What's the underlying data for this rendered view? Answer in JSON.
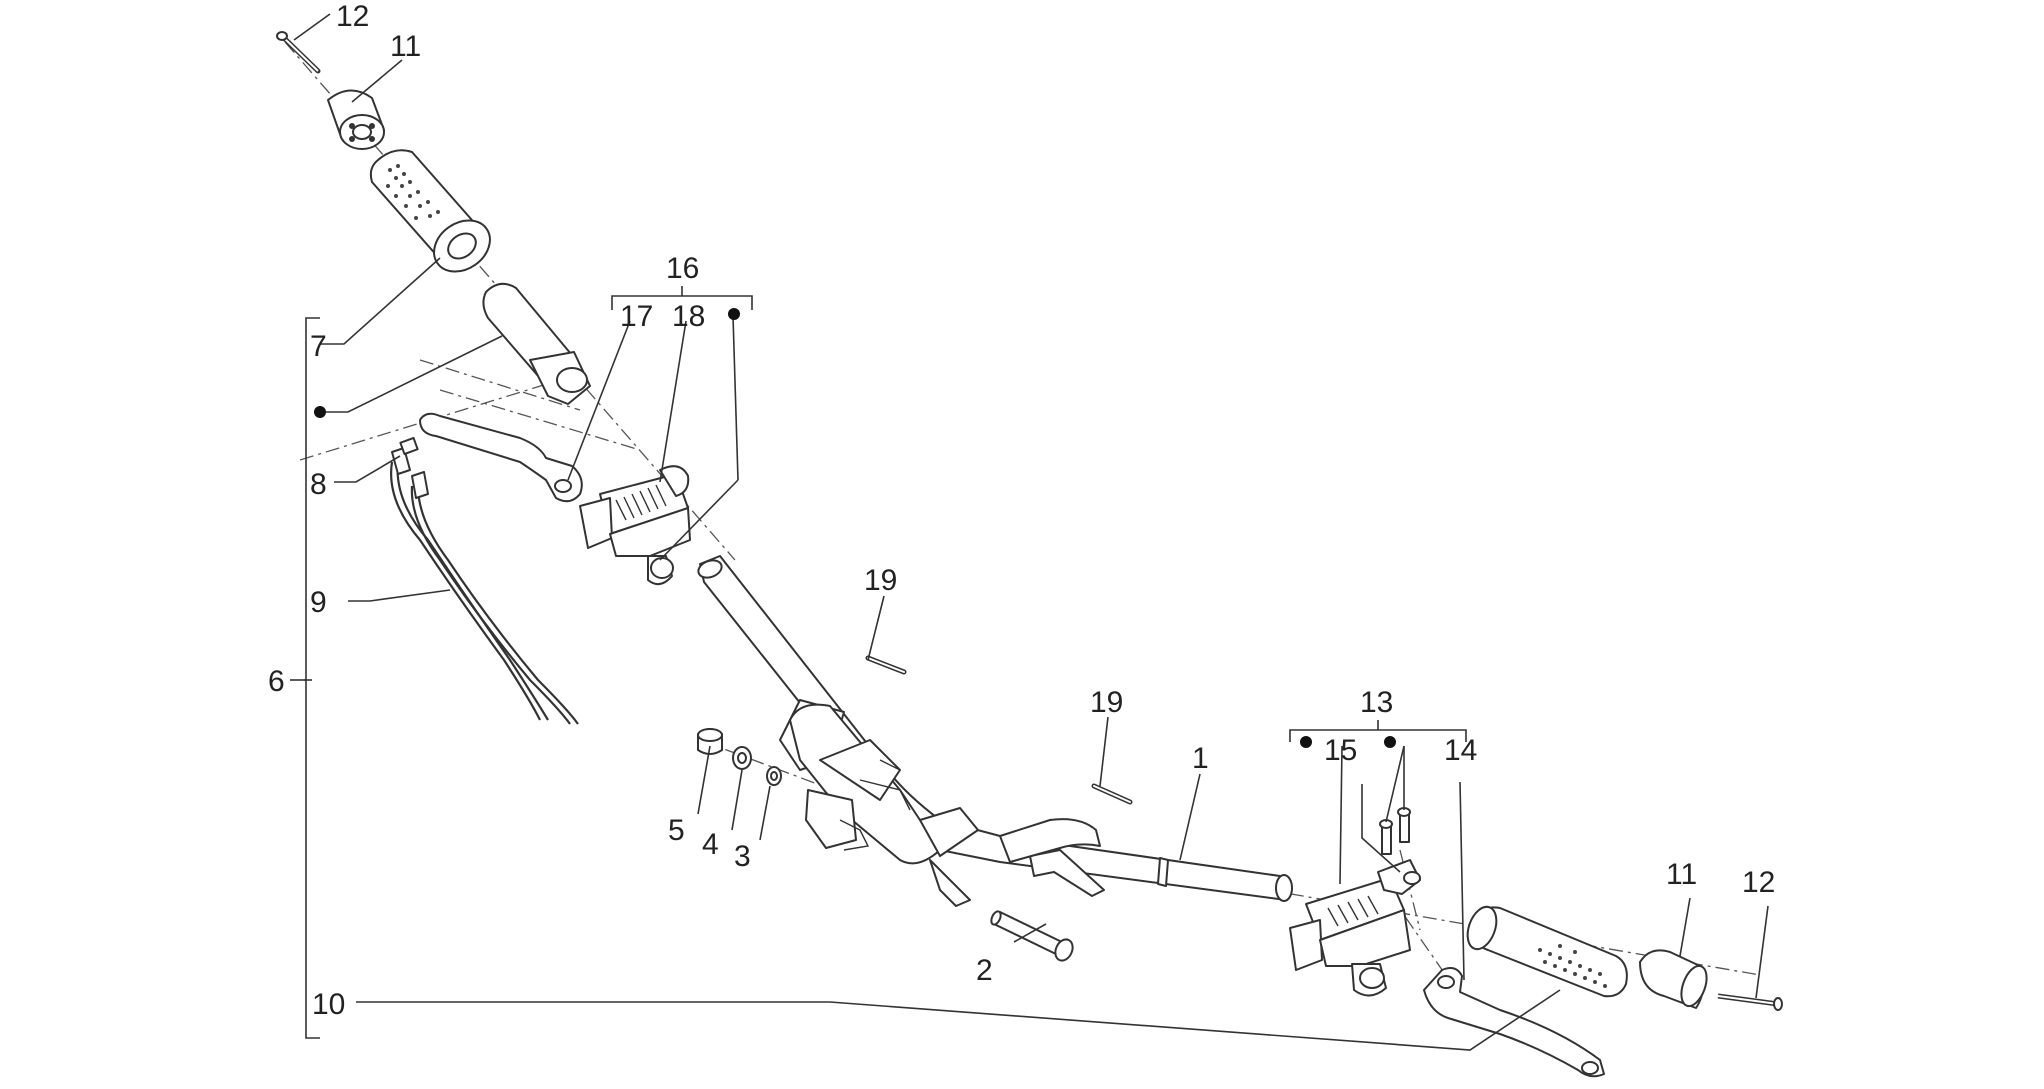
{
  "diagram": {
    "callouts": [
      {
        "id": "c1",
        "text": "1"
      },
      {
        "id": "c2",
        "text": "2"
      },
      {
        "id": "c3",
        "text": "3"
      },
      {
        "id": "c4",
        "text": "4"
      },
      {
        "id": "c5",
        "text": "5"
      },
      {
        "id": "c6",
        "text": "6"
      },
      {
        "id": "c7",
        "text": "7"
      },
      {
        "id": "c8",
        "text": "8"
      },
      {
        "id": "c9",
        "text": "9"
      },
      {
        "id": "c10",
        "text": "10"
      },
      {
        "id": "c11a",
        "text": "11"
      },
      {
        "id": "c11b",
        "text": "11"
      },
      {
        "id": "c12a",
        "text": "12"
      },
      {
        "id": "c12b",
        "text": "12"
      },
      {
        "id": "c13",
        "text": "13"
      },
      {
        "id": "c14",
        "text": "14"
      },
      {
        "id": "c15",
        "text": "15"
      },
      {
        "id": "c16",
        "text": "16"
      },
      {
        "id": "c17",
        "text": "17"
      },
      {
        "id": "c18",
        "text": "18"
      },
      {
        "id": "c19a",
        "text": "19"
      },
      {
        "id": "c19b",
        "text": "19"
      }
    ],
    "colors": {
      "line": "#333333",
      "text": "#222222",
      "background": "#ffffff"
    }
  }
}
